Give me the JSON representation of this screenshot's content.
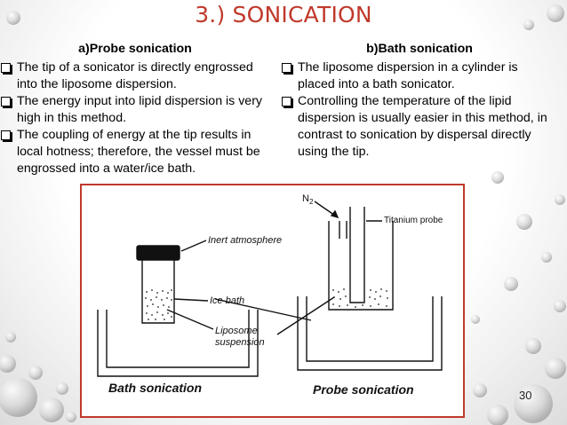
{
  "title": "3.) SONICATION",
  "probe": {
    "heading": "a)Probe sonication",
    "bullets": [
      "The tip of a sonicator is directly engrossed into the liposome dispersion.",
      "The energy input into lipid dispersion is very high in this method.",
      "The coupling of energy at the tip results in local hotness; therefore, the vessel must be engrossed into a water/ice bath."
    ]
  },
  "bath": {
    "heading": "b)Bath sonication",
    "bullets": [
      "The liposome dispersion in a cylinder is placed into a bath sonicator.",
      "Controlling the temperature of the lipid dispersion is usually easier in this method, in contrast to sonication by dispersal directly using the tip."
    ]
  },
  "figure": {
    "labels": {
      "inert": "Inert atmosphere",
      "ice": "Ice bath",
      "liposome_1": "Liposome",
      "liposome_2": "suspension",
      "n2": "N",
      "n2_sub": "2",
      "titanium": "Titanium probe"
    },
    "captions": {
      "bath": "Bath sonication",
      "probe": "Probe sonication"
    }
  },
  "page_number": "30",
  "colors": {
    "title": "#c0392b",
    "figure_border": "#c0392b"
  }
}
